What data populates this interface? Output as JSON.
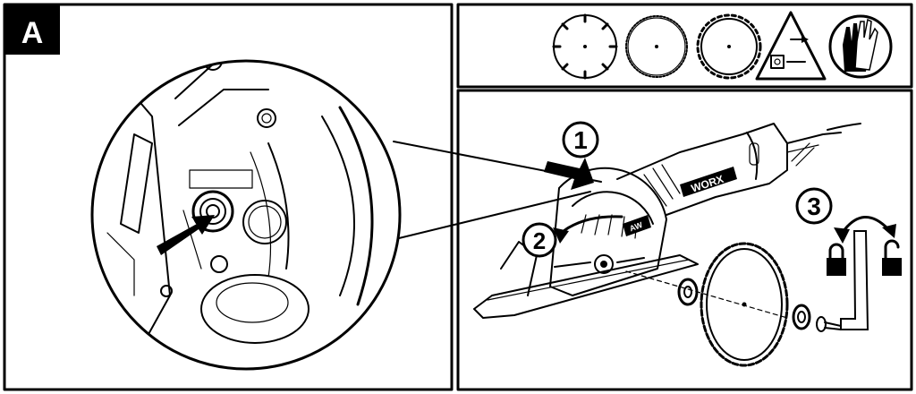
{
  "panel_a": {
    "label": "A"
  },
  "icons": [
    "diamond-blade-icon",
    "fine-blade-icon",
    "toothed-blade-icon",
    "unplug-warning-icon",
    "gloves-icon"
  ],
  "steps": [
    {
      "number": "1"
    },
    {
      "number": "2"
    },
    {
      "number": "3"
    }
  ],
  "brand": {
    "text": "WORX",
    "partial_text": "AW"
  },
  "colors": {
    "ink": "#000000",
    "paper": "#ffffff"
  }
}
